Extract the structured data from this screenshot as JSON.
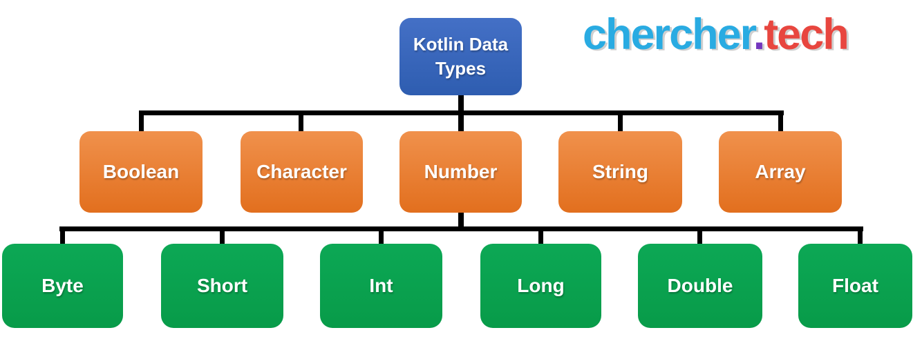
{
  "page_title": "Kotlin Data Types",
  "logo": {
    "part1": "chercher",
    "dot": ".",
    "part2": "tech"
  },
  "tree": {
    "root": {
      "label": "Kotlin Data Types"
    },
    "branches": [
      {
        "label": "Boolean"
      },
      {
        "label": "Character"
      },
      {
        "label": "Number"
      },
      {
        "label": "String"
      },
      {
        "label": "Array"
      }
    ],
    "leaves": [
      {
        "label": "Byte"
      },
      {
        "label": "Short"
      },
      {
        "label": "Int"
      },
      {
        "label": "Long"
      },
      {
        "label": "Double"
      },
      {
        "label": "Float"
      }
    ]
  },
  "colors": {
    "canvas_bg": "#FFFFFF",
    "root_top": "#4470C6",
    "root_bottom": "#2E5DB0",
    "branch_top": "#F0914C",
    "branch_bottom": "#E26F1E",
    "leaf_top": "#0CA855",
    "leaf_bottom": "#089B49",
    "connector": "#000000",
    "logo_blue": "#29ABE2",
    "logo_purple": "#7437BE",
    "logo_red": "#E8463F"
  }
}
